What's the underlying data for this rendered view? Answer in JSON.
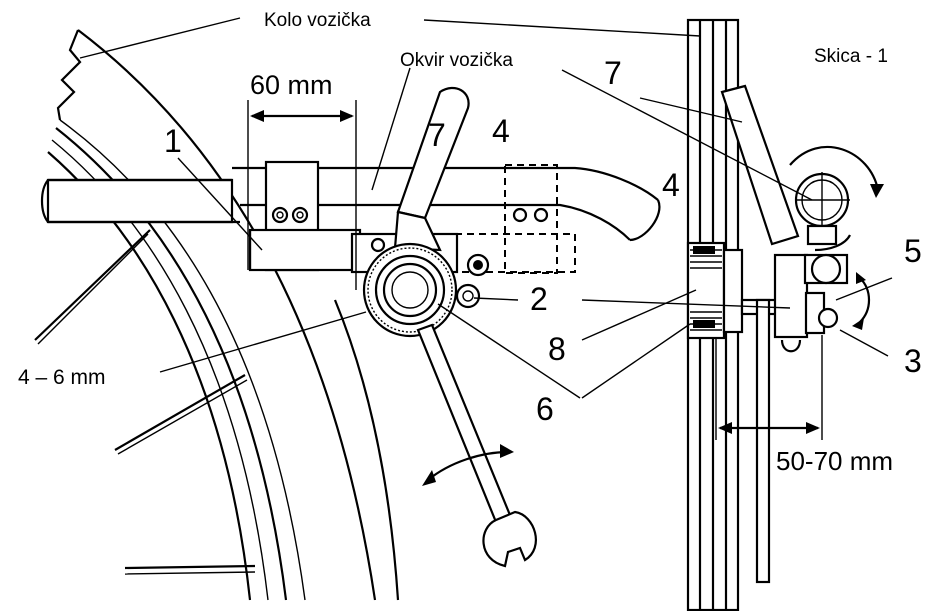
{
  "diagram": {
    "sketch_label": "Skica - 1",
    "wheel_label": "Kolo vozička",
    "frame_label": "Okvir vozička",
    "dim_60": "60 mm",
    "dim_4_6": "4 – 6 mm",
    "dim_50_70": "50-70 mm",
    "callouts": {
      "n1": "1",
      "n2": "2",
      "n3": "3",
      "n4_left": "4",
      "n4_right": "4",
      "n5": "5",
      "n6": "6",
      "n7_left": "7",
      "n7_right": "7",
      "n8": "8"
    }
  }
}
